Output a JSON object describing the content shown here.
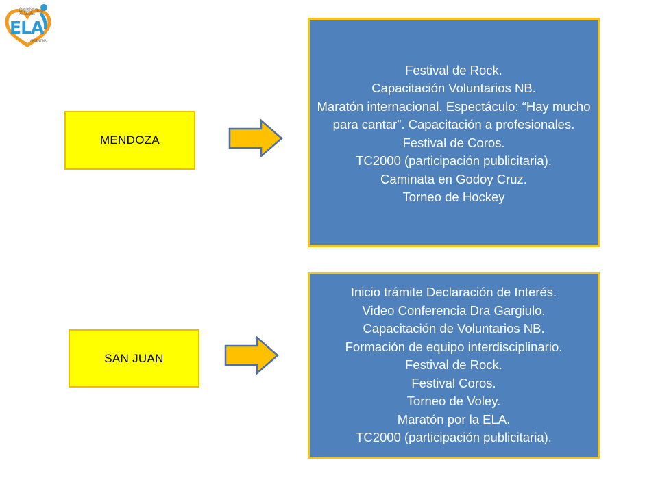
{
  "logo": {
    "word": "ELA",
    "small_text": "Asociación de Esclerosis Lateral Amiotrófica",
    "country": "ARGENTINA"
  },
  "regions": [
    {
      "label": "MENDOZA",
      "activities": [
        "Festival de Rock.",
        "Capacitación Voluntarios NB.",
        "Maratón internacional. Espectáculo: “Hay mucho para cantar”.  Capacitación a profesionales.",
        "Festival de Coros.",
        "TC2000 (participación publicitaria).",
        "Caminata en Godoy Cruz.",
        "Torneo de Hockey"
      ]
    },
    {
      "label": "SAN JUAN",
      "activities": [
        "Inicio trámite Declaración de Interés.",
        "Video Conferencia Dra Gargiulo.",
        "Capacitación de Voluntarios NB.",
        "Formación de equipo interdisciplinario.",
        "Festival de Rock.",
        "Festival Coros.",
        "Torneo de Voley.",
        "Maratón por la ELA.",
        "TC2000 (participación publicitaria)."
      ]
    }
  ],
  "colors": {
    "region_fill": "#ffff00",
    "activity_fill": "#4f81bd",
    "activity_border": "#f5c518",
    "arrow_fill": "#ffc000",
    "arrow_stroke": "#4f6fa8"
  }
}
